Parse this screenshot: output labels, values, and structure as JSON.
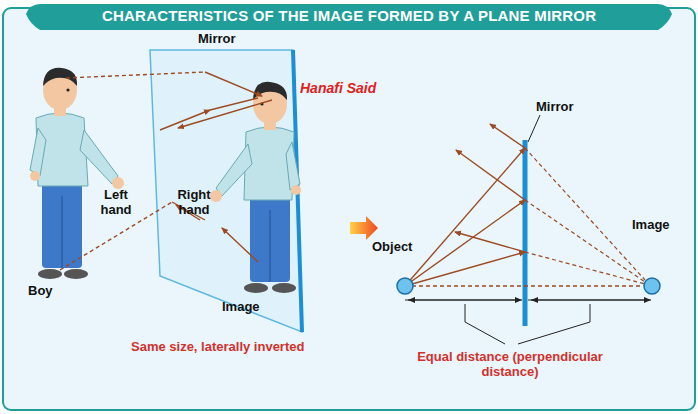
{
  "diagram": {
    "title": "CHARACTERISTICS OF THE IMAGE FORMED BY A PLANE MIRROR",
    "labels": [
      "Mirror",
      "Hanafi Said",
      "Left hand",
      "Right hand",
      "Boy",
      "Image",
      "Same size, laterally inverted",
      "Mirror",
      "Object",
      "Image",
      "Equal distance (perpendicular distance)"
    ]
  }
}
